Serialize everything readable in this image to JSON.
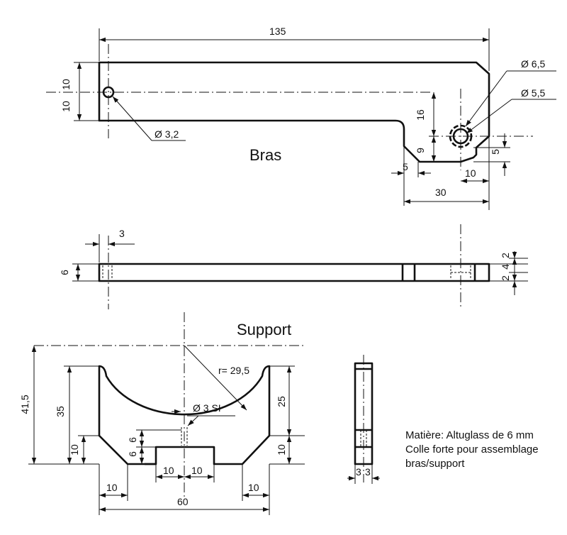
{
  "titles": {
    "arm": "Bras",
    "support": "Support"
  },
  "dims": {
    "len_135": "135",
    "h_10_top": "10",
    "h_10_bot": "10",
    "hole_d32": "Ø 3,2",
    "hole_d65": "Ø 6,5",
    "hole_d55": "Ø 5,5",
    "h_16": "16",
    "h_9": "9",
    "h_5_right": "5",
    "w_5_bot": "5",
    "w_10_bot": "10",
    "w_30": "30",
    "side_3": "3",
    "side_6": "6",
    "side_2_a": "2",
    "side_4": "4",
    "side_2_b": "2",
    "r_295": "r= 29,5",
    "h_415": "41,5",
    "h_35": "35",
    "h_25": "25",
    "h_10_left": "10",
    "h_10_right": "10",
    "h_6_a": "6",
    "h_6_b": "6",
    "hole_d3": "Ø 3 SI",
    "w_10_a": "10",
    "w_10_b": "10",
    "w_10_left": "10",
    "w_10_right": "10",
    "w_60": "60",
    "small_3_a": "3",
    "small_3_b": "3"
  },
  "notes": [
    "Matière: Altuglass de 6 mm",
    "Colle forte pour assemblage",
    "bras/support"
  ]
}
